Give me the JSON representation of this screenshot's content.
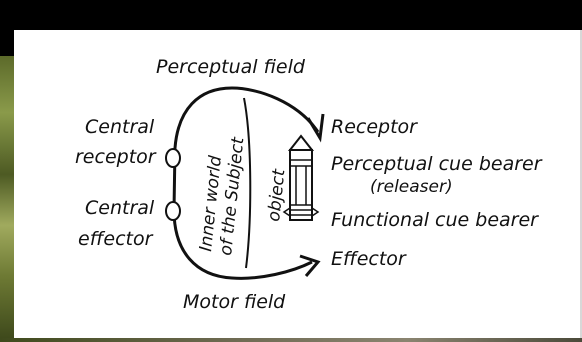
{
  "diagram": {
    "title": "Perceptual field",
    "bottom_label": "Motor field",
    "left_labels": {
      "central_receptor_line1": "Central",
      "central_receptor_line2": "receptor",
      "central_effector_line1": "Central",
      "central_effector_line2": "effector"
    },
    "inner_text": {
      "line1": "Inner world",
      "line2": "of the Subject",
      "object": "object"
    },
    "right_labels": {
      "receptor": "Receptor",
      "perceptual_cue_bearer": "Perceptual cue bearer",
      "releaser": "(releaser)",
      "functional_cue_bearer": "Functional cue bearer",
      "effector": "Effector"
    }
  },
  "colors": {
    "background": "#000000",
    "panel": "#ffffff",
    "ink": "#111111",
    "foliage": "#6e7a34"
  }
}
